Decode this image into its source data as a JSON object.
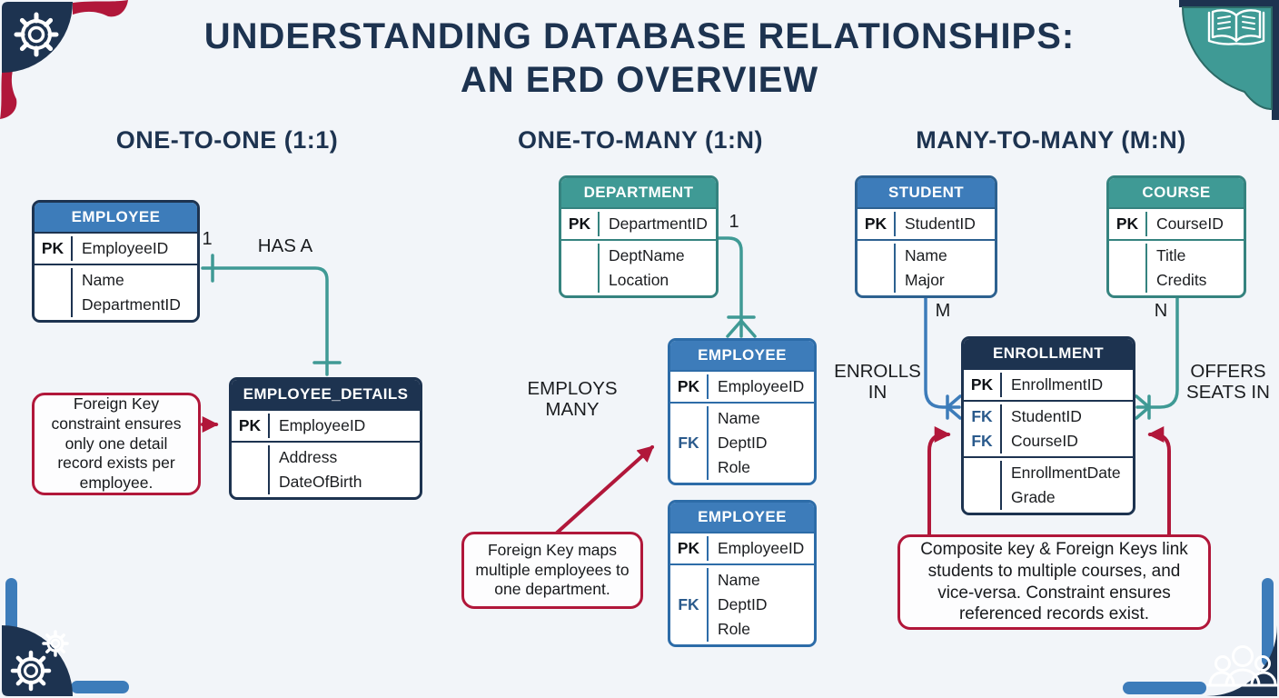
{
  "title": {
    "line1": "UNDERSTANDING DATABASE RELATIONSHIPS:",
    "line2": "AN ERD OVERVIEW"
  },
  "sections": {
    "one_to_one": "ONE-TO-ONE (1:1)",
    "one_to_many": "ONE-TO-MANY (1:N)",
    "many_to_many": "MANY-TO-MANY (M:N)"
  },
  "entities": {
    "employee_1to1": {
      "title": "EMPLOYEE",
      "rows": [
        {
          "keys": [
            "PK"
          ],
          "fields": [
            "EmployeeID"
          ]
        },
        {
          "keys": [
            "",
            ""
          ],
          "fields": [
            "Name",
            "DepartmentID"
          ]
        }
      ]
    },
    "employee_details": {
      "title": "EMPLOYEE_DETAILS",
      "rows": [
        {
          "keys": [
            "PK"
          ],
          "fields": [
            "EmployeeID"
          ]
        },
        {
          "keys": [
            "",
            ""
          ],
          "fields": [
            "Address",
            "DateOfBirth"
          ]
        }
      ]
    },
    "department": {
      "title": "DEPARTMENT",
      "rows": [
        {
          "keys": [
            "PK"
          ],
          "fields": [
            "DepartmentID"
          ]
        },
        {
          "keys": [
            "",
            ""
          ],
          "fields": [
            "DeptName",
            "Location"
          ]
        }
      ]
    },
    "employee_1ton_a": {
      "title": "EMPLOYEE",
      "rows": [
        {
          "keys": [
            "PK"
          ],
          "fields": [
            "EmployeeID"
          ]
        },
        {
          "keys": [
            "",
            "FK",
            ""
          ],
          "fields": [
            "Name",
            "DeptID",
            "Role"
          ]
        }
      ]
    },
    "employee_1ton_b": {
      "title": "EMPLOYEE",
      "rows": [
        {
          "keys": [
            "PK"
          ],
          "fields": [
            "EmployeeID"
          ]
        },
        {
          "keys": [
            "",
            "FK",
            ""
          ],
          "fields": [
            "Name",
            "DeptID",
            "Role"
          ]
        }
      ]
    },
    "student": {
      "title": "STUDENT",
      "rows": [
        {
          "keys": [
            "PK"
          ],
          "fields": [
            "StudentID"
          ]
        },
        {
          "keys": [
            "",
            ""
          ],
          "fields": [
            "Name",
            "Major"
          ]
        }
      ]
    },
    "course": {
      "title": "COURSE",
      "rows": [
        {
          "keys": [
            "PK"
          ],
          "fields": [
            "CourseID"
          ]
        },
        {
          "keys": [
            "",
            ""
          ],
          "fields": [
            "Title",
            "Credits"
          ]
        }
      ]
    },
    "enrollment": {
      "title": "ENROLLMENT",
      "rows": [
        {
          "keys": [
            "PK"
          ],
          "fields": [
            "EnrollmentID"
          ]
        },
        {
          "keys": [
            "FK",
            "FK"
          ],
          "fields": [
            "StudentID",
            "CourseID"
          ]
        },
        {
          "keys": [
            "",
            ""
          ],
          "fields": [
            "EnrollmentDate",
            "Grade"
          ]
        }
      ]
    }
  },
  "labels": {
    "one_1to1": "1",
    "has_a": "HAS A",
    "one_1ton": "1",
    "employs_many": "EMPLOYS MANY",
    "m": "M",
    "n": "N",
    "enrolls_in": "ENROLLS IN",
    "offers_seats_in": "OFFERS SEATS IN"
  },
  "callouts": {
    "one_to_one": "Foreign Key constraint ensures only one detail record exists per employee.",
    "one_to_many": "Foreign Key maps multiple employees to one department.",
    "many_to_many": "Composite key & Foreign Keys link students to multiple courses, and vice-versa. Constraint ensures referenced records exist."
  },
  "icons": {
    "top_left": "gear-icon",
    "top_right": "open-book-icon",
    "bottom_left": "gears-icon",
    "bottom_right": "people-group-icon"
  },
  "colors": {
    "background": "#f2f5f9",
    "navy": "#1d3350",
    "blue": "#3d7cba",
    "teal": "#3f9a95",
    "teal_border": "#35837f",
    "blue_border": "#2d6ca8",
    "navy_border": "#1d3350",
    "steel_border": "#2d6190",
    "crimson": "#b1173a",
    "fk_text": "#2a5a8c",
    "text_dark": "#17191c"
  }
}
